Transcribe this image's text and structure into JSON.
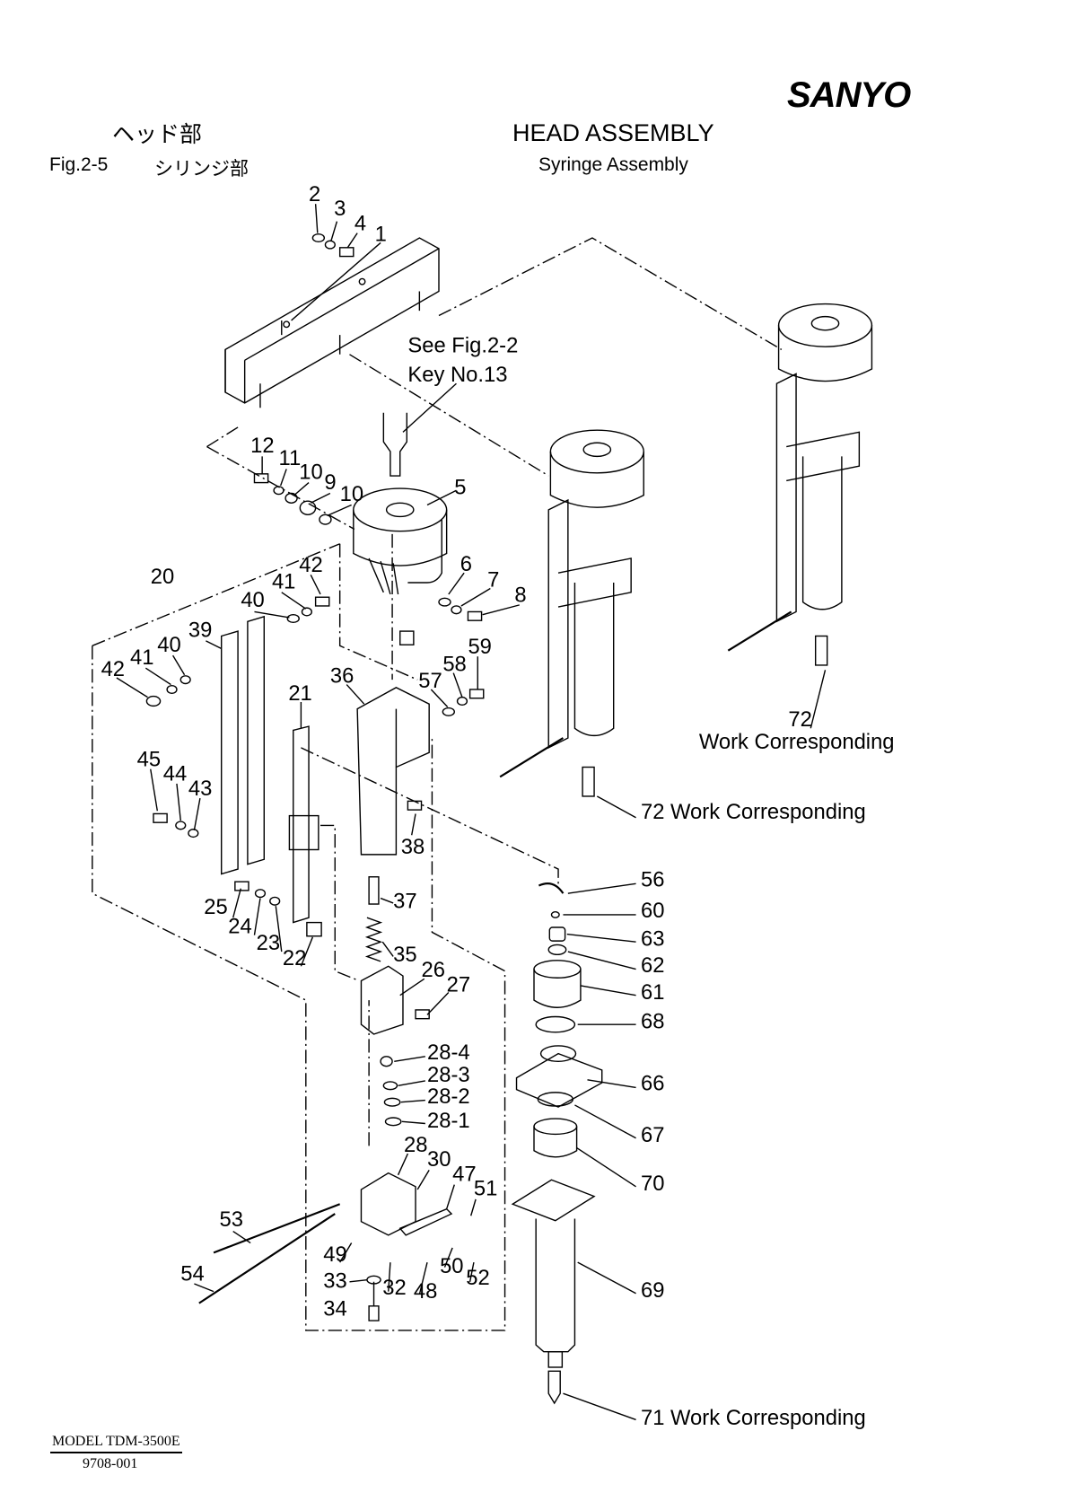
{
  "header": {
    "logo": "SANYO",
    "title_jp": "ヘッド部",
    "title": "HEAD ASSEMBLY",
    "figure": "Fig.2-5",
    "subtitle_jp": "シリンジ部",
    "subtitle": "Syringe Assembly"
  },
  "footer": {
    "model": "MODEL TDM-3500E",
    "code": "9708-001"
  },
  "callouts": [
    "2",
    "3",
    "4",
    "1",
    "See Fig.2-2",
    "Key No.13",
    "12",
    "11",
    "10",
    "9",
    "10",
    "5",
    "20",
    "42",
    "41",
    "40",
    "6",
    "7",
    "8",
    "39",
    "40",
    "41",
    "42",
    "59",
    "58",
    "57",
    "36",
    "21",
    "72",
    "Work Corresponding",
    "45",
    "44",
    "43",
    "72  Work Corresponding",
    "38",
    "56",
    "37",
    "25",
    "60",
    "24",
    "23",
    "22",
    "63",
    "35",
    "62",
    "26",
    "27",
    "61",
    "68",
    "28-4",
    "28-3",
    "28-2",
    "66",
    "28-1",
    "67",
    "28",
    "30",
    "47",
    "70",
    "51",
    "53",
    "49",
    "54",
    "50",
    "52",
    "33",
    "32",
    "48",
    "69",
    "34",
    "71  Work Corresponding"
  ]
}
